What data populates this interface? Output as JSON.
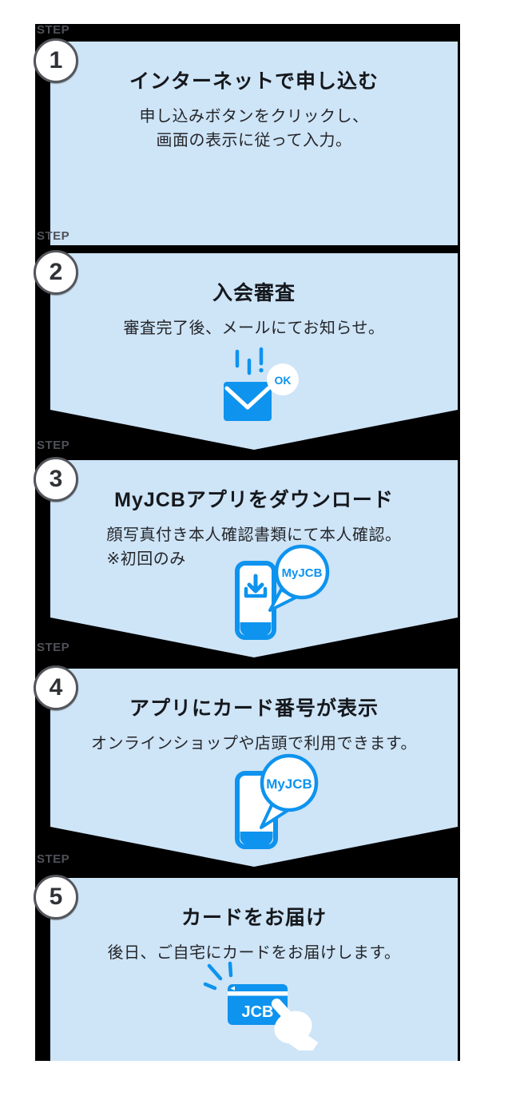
{
  "flow": {
    "step_label": "STEP",
    "colors": {
      "track_black": "#000000",
      "panel_blue": "#cee4f7",
      "icon_blue": "#0e93ee",
      "step_label_gray": "#4f5158",
      "circle_border_gray": "#54565c"
    },
    "steps": [
      {
        "number": "1",
        "title": "インターネットで申し込む",
        "desc_line1": "申し込みボタンをクリックし、",
        "desc_line2": "画面の表示に従って入力。"
      },
      {
        "number": "2",
        "title": "入会審査",
        "desc_line1": "審査完了後、メールにてお知らせ。",
        "badge_label": "OK"
      },
      {
        "number": "3",
        "title": "MyJCBアプリをダウンロード",
        "desc_line1": "顔写真付き本人確認書類にて本人確認。",
        "desc_line2": "※初回のみ",
        "bubble_label": "MyJCB"
      },
      {
        "number": "4",
        "title": "アプリにカード番号が表示",
        "desc_line1": "オンラインショップや店頭で利用できます。",
        "bubble_label": "MyJCB"
      },
      {
        "number": "5",
        "title": "カードをお届け",
        "desc_line1": "後日、ご自宅にカードをお届けします。",
        "card_label": "JCB"
      }
    ]
  }
}
